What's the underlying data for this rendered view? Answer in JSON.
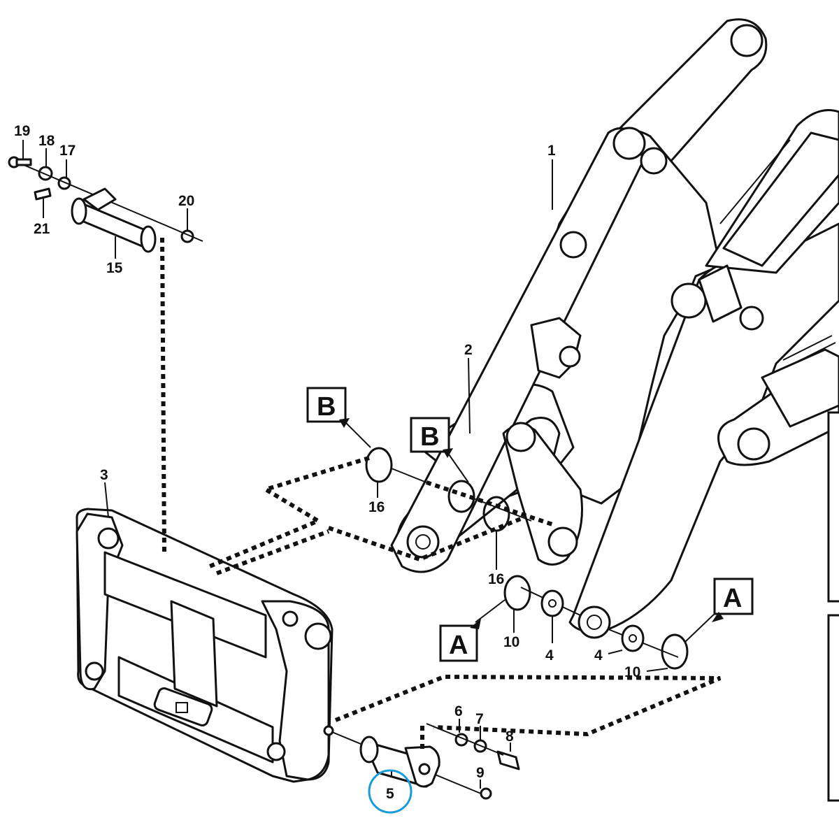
{
  "figure": {
    "callouts": {
      "c1": "1",
      "c2": "2",
      "c3": "3",
      "c4a": "4",
      "c4b": "4",
      "c5": "5",
      "c6": "6",
      "c7": "7",
      "c8": "8",
      "c9": "9",
      "c10a": "10",
      "c10b": "10",
      "c15": "15",
      "c16a": "16",
      "c16b": "16",
      "c17": "17",
      "c18": "18",
      "c19": "19",
      "c20": "20",
      "c21": "21"
    },
    "detail_markers": {
      "b1": "B",
      "b2": "B",
      "a1": "A",
      "a2": "A"
    },
    "highlight_color": "#1a9ad6"
  }
}
